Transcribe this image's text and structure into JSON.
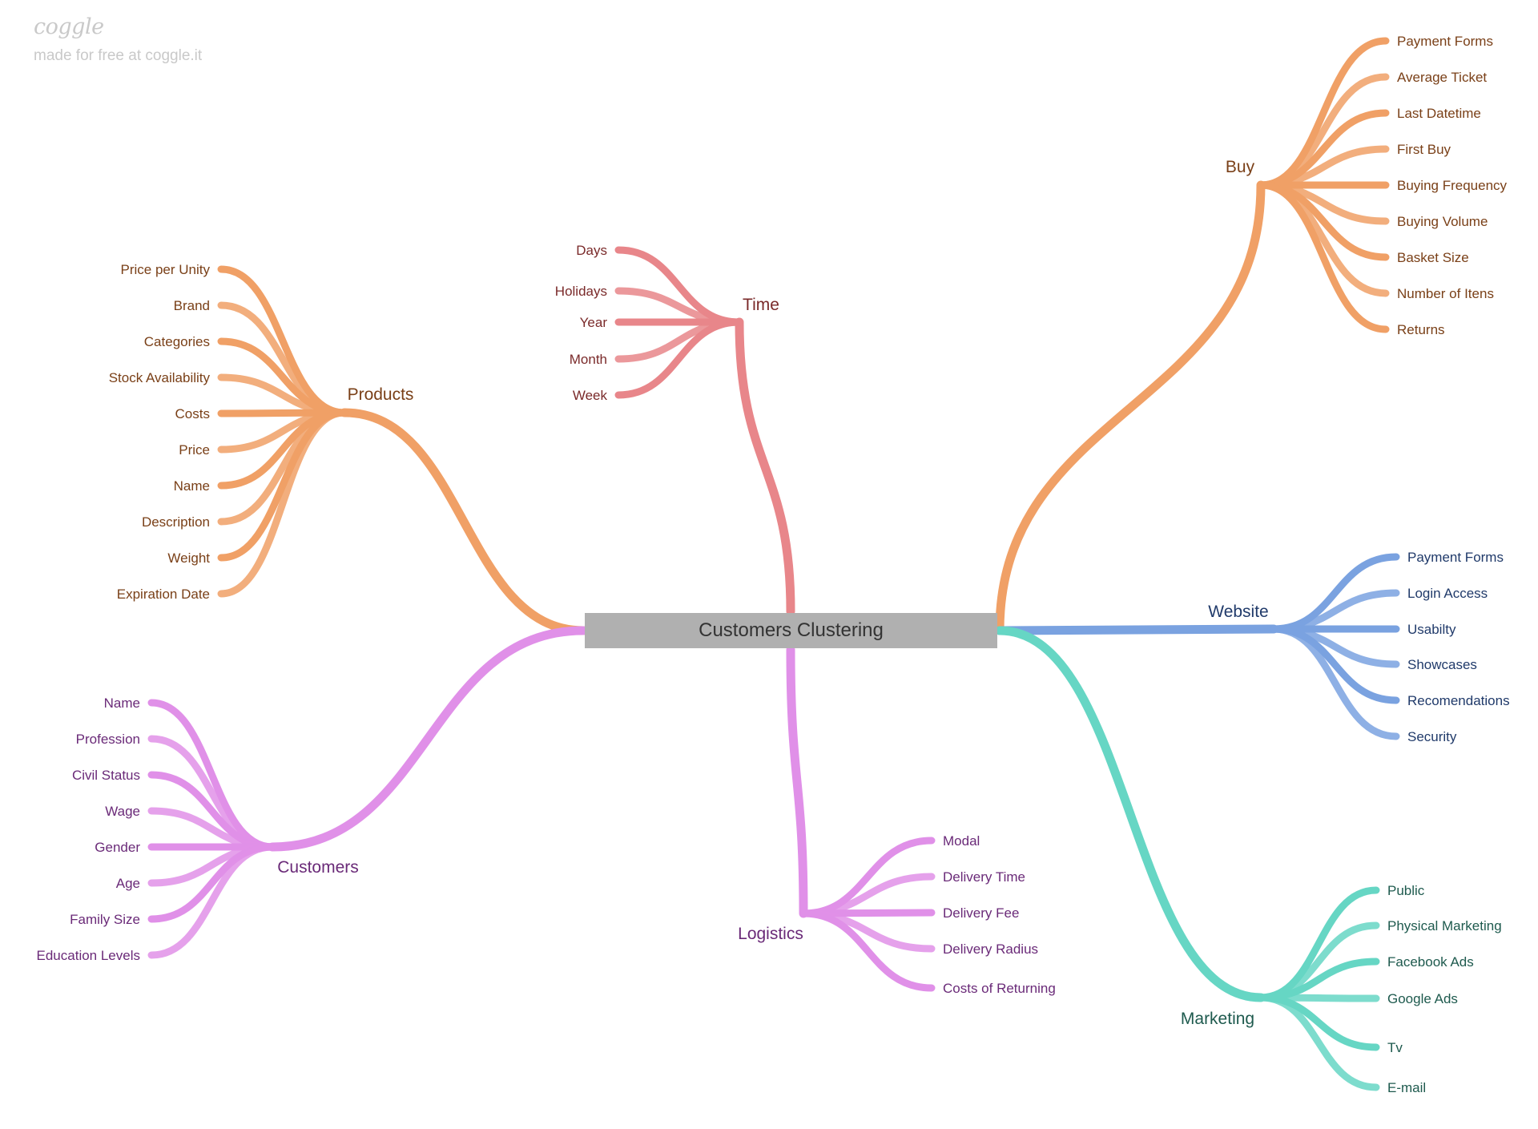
{
  "brand": {
    "logo": "coggle",
    "tagline": "made for free at coggle.it"
  },
  "root": {
    "label": "Customers Clustering",
    "color": "#b0b0b0"
  },
  "branches": [
    {
      "id": "products",
      "label": "Products",
      "color": "#f0a066",
      "text_color": "#7a4018",
      "items": [
        "Price per Unity",
        "Brand",
        "Categories",
        "Stock Availability",
        "Costs",
        "Price",
        "Name",
        "Description",
        "Weight",
        "Expiration Date"
      ]
    },
    {
      "id": "time",
      "label": "Time",
      "color": "#e8868a",
      "text_color": "#7a2a2a",
      "items": [
        "Days",
        "Holidays",
        "Year",
        "Month",
        "Week"
      ]
    },
    {
      "id": "buy",
      "label": "Buy",
      "color": "#f0a066",
      "text_color": "#7a4018",
      "items": [
        "Payment Forms",
        "Average Ticket",
        "Last Datetime",
        "First Buy",
        "Buying Frequency",
        "Buying Volume",
        "Basket Size",
        "Number of Itens",
        "Returns"
      ]
    },
    {
      "id": "website",
      "label": "Website",
      "color": "#7aa2e0",
      "text_color": "#203a6a",
      "items": [
        "Payment Forms",
        "Login Access",
        "Usabilty",
        "Showcases",
        "Recomendations",
        "Security"
      ]
    },
    {
      "id": "marketing",
      "label": "Marketing",
      "color": "#66d6c4",
      "text_color": "#1e5a4e",
      "items": [
        "Public",
        "Physical Marketing",
        "Facebook Ads",
        "Google Ads",
        "Tv",
        "E-mail"
      ]
    },
    {
      "id": "logistics",
      "label": "Logistics",
      "color": "#e090e8",
      "text_color": "#6a2a78",
      "items": [
        "Modal",
        "Delivery Time",
        "Delivery Fee",
        "Delivery Radius",
        "Costs of Returning"
      ]
    },
    {
      "id": "customers",
      "label": "Customers",
      "color": "#e090e8",
      "text_color": "#6a2a78",
      "items": [
        "Name",
        "Profession",
        "Civil Status",
        "Wage",
        "Gender",
        "Age",
        "Family Size",
        "Education Levels"
      ]
    }
  ]
}
